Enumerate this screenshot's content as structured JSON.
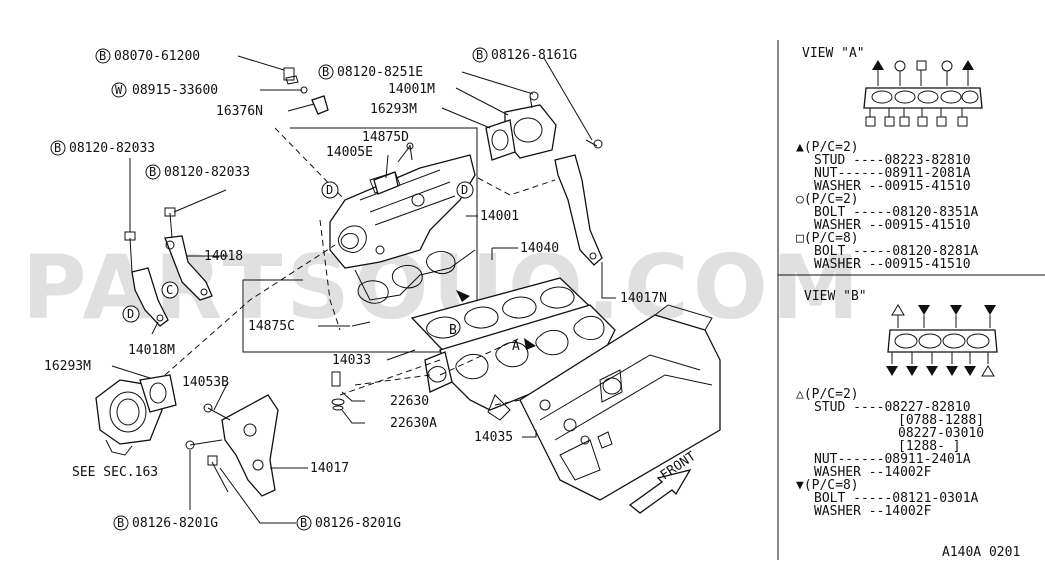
{
  "watermark": "PARTSOUQ.COM",
  "diagram_code": "A140A 0201",
  "see_sec": "SEE SEC.163",
  "front_label": "FRONT",
  "callouts": {
    "c08070_61200": "08070-61200",
    "c08915_33600": "08915-33600",
    "c16376N": "16376N",
    "c08120_8251E": "08120-8251E",
    "c14001M": "14001M",
    "c16293M_top": "16293M",
    "c08126_8161G": "08126-8161G",
    "c14875D": "14875D",
    "c14005E": "14005E",
    "c08120_82033_a": "08120-82033",
    "c08120_82033_b": "08120-82033",
    "c14018": "14018",
    "c14018M": "14018M",
    "c14001": "14001",
    "c14040": "14040",
    "c14017N": "14017N",
    "c14875C": "14875C",
    "c14033": "14033",
    "c16293M_left": "16293M",
    "c14053B": "14053B",
    "c22630": "22630",
    "c22630A": "22630A",
    "c14035": "14035",
    "c14017": "14017",
    "c08126_8201G_a": "08126-8201G",
    "c08126_8201G_b": "08126-8201G"
  },
  "prefix_letters": {
    "b": "B",
    "w": "W"
  },
  "view_letters": {
    "c": "C",
    "d": "D",
    "a": "A",
    "bb": "B"
  },
  "view_a": {
    "title": "VIEW \"A\"",
    "lines": [
      "▲(P/C=2)",
      "STUD ----08223-82810",
      "NUT------08911-2081A",
      "WASHER --00915-41510",
      "○(P/C=2)",
      "BOLT -----08120-8351A",
      "WASHER --00915-41510",
      "□(P/C=8)",
      "BOLT -----08120-8281A",
      "WASHER --00915-41510"
    ]
  },
  "view_b": {
    "title": "VIEW \"B\"",
    "lines": [
      "△(P/C=2)",
      "STUD ----08227-82810",
      "[0788-1288]",
      "08227-03010",
      "[1288-      ]",
      "NUT------08911-2401A",
      "WASHER --14002F",
      "▼(P/C=8)",
      "BOLT -----08121-0301A",
      "WASHER --14002F"
    ]
  }
}
